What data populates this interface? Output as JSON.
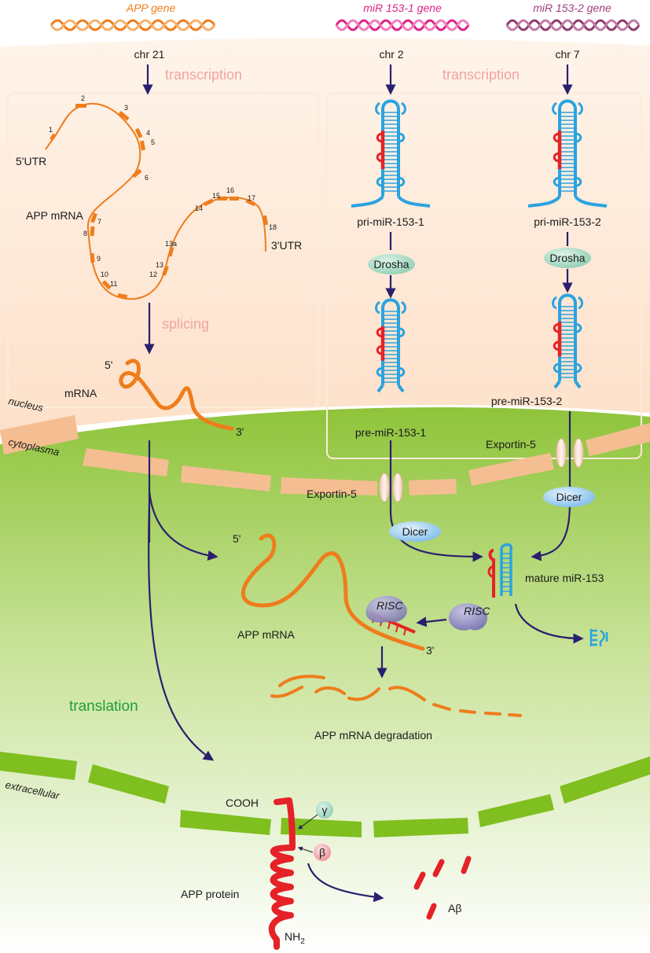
{
  "genes": {
    "app": {
      "name": "APP gene",
      "chr": "chr 21",
      "color": "#ee7d1c"
    },
    "mir1": {
      "name": "miR 153-1 gene",
      "chr": "chr 2",
      "color": "#e0218a"
    },
    "mir2": {
      "name": "miR 153-2 gene",
      "chr": "chr 7",
      "color": "#a0407a"
    }
  },
  "steps": {
    "transcription_left": "transcription",
    "transcription_right": "transcription",
    "splicing": "splicing",
    "translation": "translation"
  },
  "compartments": {
    "nucleus": "nucleus",
    "cytoplasma": "cytoplasma",
    "extracellular": "extracellular"
  },
  "app_premrna": {
    "five_utr": "5'UTR",
    "three_utr": "3'UTR",
    "label": "APP mRNA",
    "exons": [
      "1",
      "2",
      "3",
      "4",
      "5",
      "6",
      "7",
      "8",
      "9",
      "10",
      "11",
      "12",
      "13",
      "13a",
      "14",
      "15",
      "16",
      "17",
      "18"
    ]
  },
  "spliced_mrna": {
    "five": "5'",
    "three": "3'",
    "label": "mRNA"
  },
  "mirna": {
    "pri1": "pri-miR-153-1",
    "pri2": "pri-miR-153-2",
    "drosha1": "Drosha",
    "drosha2": "Drosha",
    "pre1": "pre-miR-153-1",
    "pre2": "pre-miR-153-2",
    "exportin1": "Exportin-5",
    "exportin2": "Exportin-5",
    "dicer1": "Dicer",
    "dicer2": "Dicer",
    "mature": "mature miR-153",
    "risc1": "RISC",
    "risc2": "RISC"
  },
  "cyto_mrna": {
    "five": "5'",
    "three": "3'",
    "label": "APP mRNA",
    "degradation": "APP mRNA degradation"
  },
  "protein": {
    "cooh": "COOH",
    "nh2": "NH",
    "nh2_sub": "2",
    "gamma": "γ",
    "beta": "β",
    "label": "APP protein",
    "abeta": "Aβ"
  },
  "colors": {
    "nucleus_fill": "#fce4d2",
    "cyto_green": "#92c83e",
    "membrane": "#7fbf1f",
    "envelope": "#f5be92",
    "arrow": "#2a1f6e",
    "mrna": "#ee7d1c",
    "mirna_blue": "#2aa3e0",
    "mirna_red": "#e52227",
    "enzyme_green": "#9dd8bf",
    "enzyme_blue": "#8fc8ee",
    "risc_purple": "#8a86b8"
  }
}
